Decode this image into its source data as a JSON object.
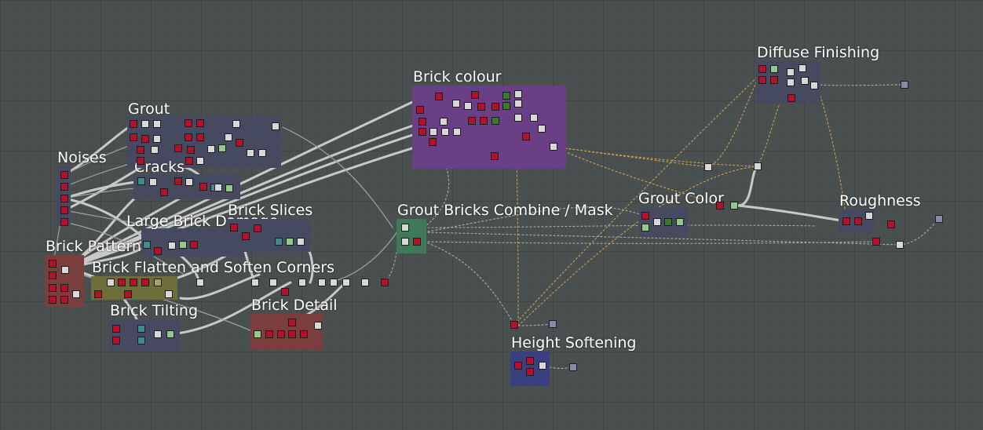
{
  "canvas": {
    "background": "#4a4f4f",
    "grid_minor": "#464b4b",
    "grid_major": "#3f4444"
  },
  "node_colors": {
    "r": "#b3102a",
    "w": "#d8d8d8",
    "g": "#8fca86",
    "t": "#3e8a8a",
    "d": "#3a7a2a",
    "b": "#8a8aa8",
    "o": "#a89e72"
  },
  "wire_colors": {
    "thick": "#c9c9c9",
    "thin": "#9da3a3",
    "orange_dotted": "#d0a24a",
    "gray_dotted": "#a9b0b0"
  },
  "frames": [
    {
      "id": "grout",
      "title": "Grout",
      "color": "#454a60"
    },
    {
      "id": "noises",
      "title": "Noises",
      "color": "#454a60"
    },
    {
      "id": "cracks",
      "title": "Cracks",
      "color": "#454a60"
    },
    {
      "id": "large-brick-damage",
      "title": "Large Brick Damage",
      "color": "#454a60"
    },
    {
      "id": "brick-slices",
      "title": "Brick Slices",
      "color": "#454a60"
    },
    {
      "id": "brick-pattern",
      "title": "Brick Pattern",
      "color": "#7a3e3e"
    },
    {
      "id": "brick-flatten",
      "title": "Brick Flatten and Soften Corners",
      "color": "#6e6e3a"
    },
    {
      "id": "brick-tilting",
      "title": "Brick Tilting",
      "color": "#454a60"
    },
    {
      "id": "brick-detail",
      "title": "Brick Detail",
      "color": "#7a3e3e"
    },
    {
      "id": "brick-colour",
      "title": "Brick colour",
      "color": "#6a3f86"
    },
    {
      "id": "grout-bricks-combine",
      "title": "Grout Bricks Combine / Mask",
      "color": "#3e7a5a"
    },
    {
      "id": "grout-color",
      "title": "Grout Color",
      "color": "#454a60"
    },
    {
      "id": "diffuse-finishing",
      "title": "Diffuse Finishing",
      "color": "#454a60"
    },
    {
      "id": "roughness",
      "title": "Roughness",
      "color": "#454a60"
    },
    {
      "id": "height-softening",
      "title": "Height Softening",
      "color": "#3a3f80"
    }
  ]
}
